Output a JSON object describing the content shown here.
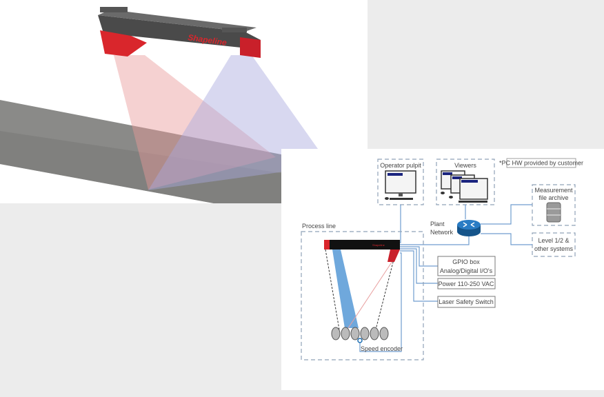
{
  "render": {
    "logo_text": "Shapeline"
  },
  "diagram": {
    "note": "*PC HW provided by customer",
    "operator_pulpit": "Operator pulpit",
    "viewers": "Viewers",
    "measurement_archive": [
      "Measurement",
      "file archive"
    ],
    "plant_network": [
      "Plant",
      "Network"
    ],
    "level_systems": [
      "Level 1/2 &",
      "other systems"
    ],
    "process_line": "Process line",
    "gpio_box": [
      "GPIO box",
      "Analog/Digital I/O's"
    ],
    "power": "Power 110-250 VAC",
    "laser_safety": "Laser Safety Switch",
    "speed_encoder": "Speed encoder"
  },
  "colors": {
    "background": "#ececec",
    "sensor_red": "#d9262c",
    "beam_blue": "#6fa8dc",
    "wire_blue": "#6f9ccf",
    "router_blue": "#1f6fb2"
  }
}
